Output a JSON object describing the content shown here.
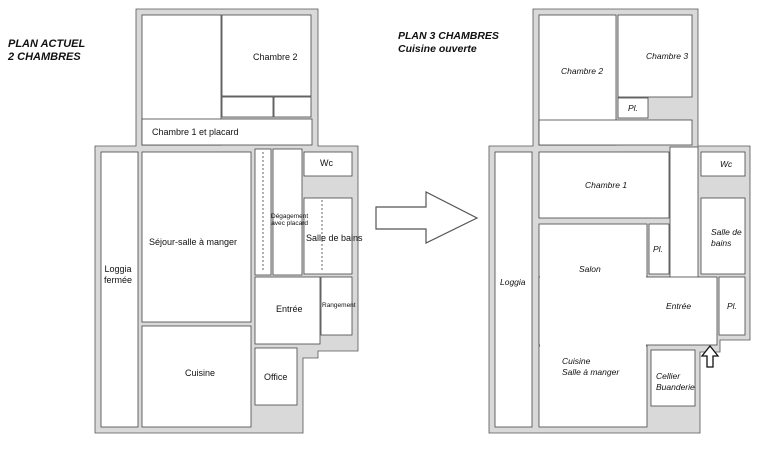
{
  "left_plan": {
    "title_line1": "PLAN ACTUEL",
    "title_line2": "2 CHAMBRES",
    "rooms": {
      "chambre2": "Chambre 2",
      "chambre1": "Chambre 1 et placard",
      "wc": "Wc",
      "degagement_line1": "Dégagement",
      "degagement_line2": "avec placard",
      "sejour": "Séjour-salle à manger",
      "salle_de_bains": "Salle de bains",
      "loggia_line1": "Loggia",
      "loggia_line2": "fermée",
      "entree": "Entrée",
      "rangement": "Rangement",
      "cuisine": "Cuisine",
      "office": "Office"
    }
  },
  "right_plan": {
    "title_line1": "PLAN 3 CHAMBRES",
    "title_line2": "Cuisine ouverte",
    "rooms": {
      "chambre2": "Chambre 2",
      "chambre3": "Chambre 3",
      "pl1": "Pl.",
      "wc": "Wc",
      "chambre1": "Chambre 1",
      "salle_de_bains_line1": "Salle de",
      "salle_de_bains_line2": "bains",
      "pl2": "Pl.",
      "loggia": "Loggia",
      "salon": "Salon",
      "entree": "Entrée",
      "pl3": "Pl.",
      "cuisine_line1": "Cuisine",
      "cuisine_line2": "Salle à manger",
      "cellier_line1": "Cellier",
      "cellier_line2": "Buanderie"
    }
  },
  "colors": {
    "wall": "#d9d9d9",
    "outline": "#444444"
  },
  "icons": {
    "transition_arrow": "right-arrow-icon",
    "entry_arrow": "up-arrow-icon"
  }
}
